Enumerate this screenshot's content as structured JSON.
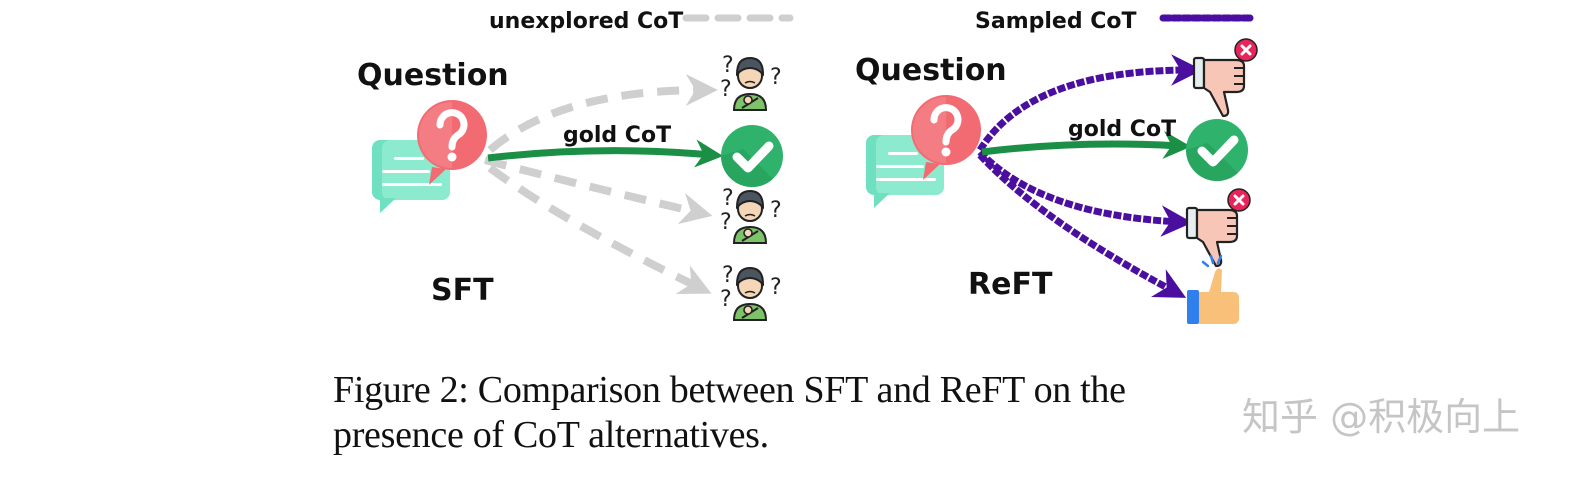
{
  "legend": {
    "unexplored": "unexplored CoT",
    "sampled": "Sampled CoT"
  },
  "sft_panel": {
    "question_label": "Question",
    "gold_label": "gold CoT",
    "method_label": "SFT",
    "outcomes": [
      "confused-person",
      "correct-check",
      "confused-person",
      "confused-person"
    ]
  },
  "reft_panel": {
    "question_label": "Question",
    "gold_label": "gold CoT",
    "method_label": "ReFT",
    "outcomes": [
      "thumbs-down-wrong",
      "correct-check",
      "thumbs-down-wrong",
      "thumbs-up"
    ]
  },
  "colors": {
    "unexplored_path": "#cfcfcf",
    "sampled_path": "#4b0fa0",
    "gold_path": "#1a8f45",
    "check_circle": "#2fb36c",
    "question_bubble": "#f26b73",
    "text_bubble": "#6fe0c0"
  },
  "caption": {
    "line1": "Figure 2: Comparison between SFT and ReFT on the",
    "line2": "presence of CoT alternatives."
  },
  "watermark": "知乎 @积极向上"
}
